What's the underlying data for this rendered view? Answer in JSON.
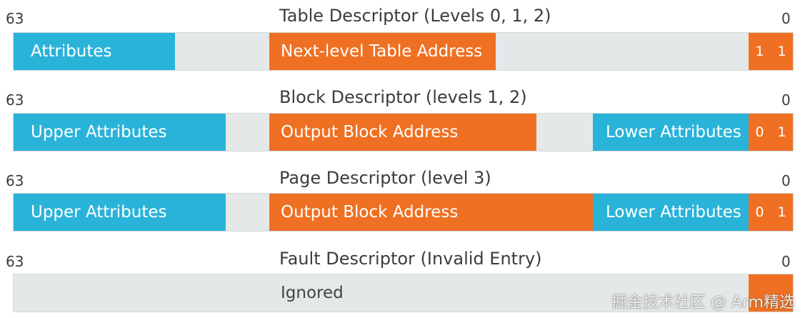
{
  "rows": [
    {
      "high_bit": "63",
      "title": "Table Descriptor (Levels 0, 1, 2)",
      "low_bit": "0",
      "segments": {
        "upper": "Attributes",
        "address": "Next-level Table Address"
      },
      "bits": [
        "1",
        "1"
      ]
    },
    {
      "high_bit": "63",
      "title": "Block Descriptor (levels 1, 2)",
      "low_bit": "0",
      "segments": {
        "upper": "Upper Attributes",
        "address": "Output Block Address",
        "lower": "Lower Attributes"
      },
      "bits": [
        "0",
        "1"
      ]
    },
    {
      "high_bit": "63",
      "title": "Page Descriptor (level 3)",
      "low_bit": "0",
      "segments": {
        "upper": "Upper Attributes",
        "address": "Output Block Address",
        "lower": "Lower Attributes"
      },
      "bits": [
        "0",
        "1"
      ]
    },
    {
      "high_bit": "63",
      "title": "Fault Descriptor (Invalid Entry)",
      "low_bit": "0",
      "segments": {
        "ignored": "Ignored"
      }
    }
  ],
  "watermark": "掘金技术社区 @ Arm精选",
  "colors": {
    "attribute": "#2ab3d9",
    "address": "#ef7022",
    "empty": "#e5e8e8"
  }
}
